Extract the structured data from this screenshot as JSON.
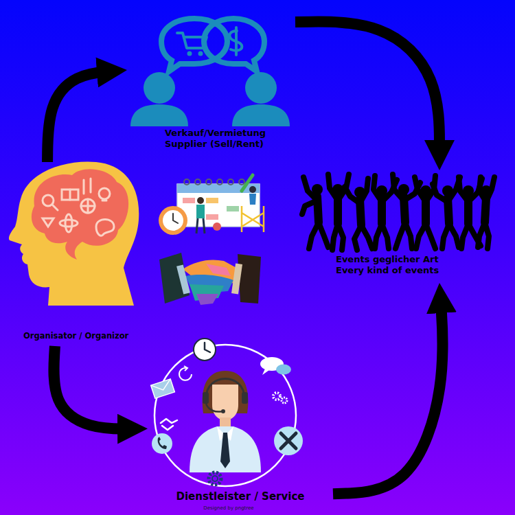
{
  "diagram": {
    "nodes": [
      {
        "text": [
          "Verkauf/Vermietung Supplier (Sell/Rent)"
        ]
      },
      {
        "text": [
          "Organisator / Organizor"
        ]
      },
      {
        "text": [
          "Events geglicher Art Every kind of events"
        ]
      },
      {
        "text": [
          "Dienstleister / Service"
        ]
      }
    ],
    "edges": [
      {
        "from": 1,
        "to": 0,
        "arrow": "to"
      },
      {
        "from": 0,
        "to": 2,
        "arrow": "to"
      },
      {
        "from": 1,
        "to": 3,
        "arrow": "to"
      },
      {
        "from": 3,
        "to": 2,
        "arrow": "to"
      }
    ],
    "labels": [
      "Designed by pngtree"
    ]
  }
}
